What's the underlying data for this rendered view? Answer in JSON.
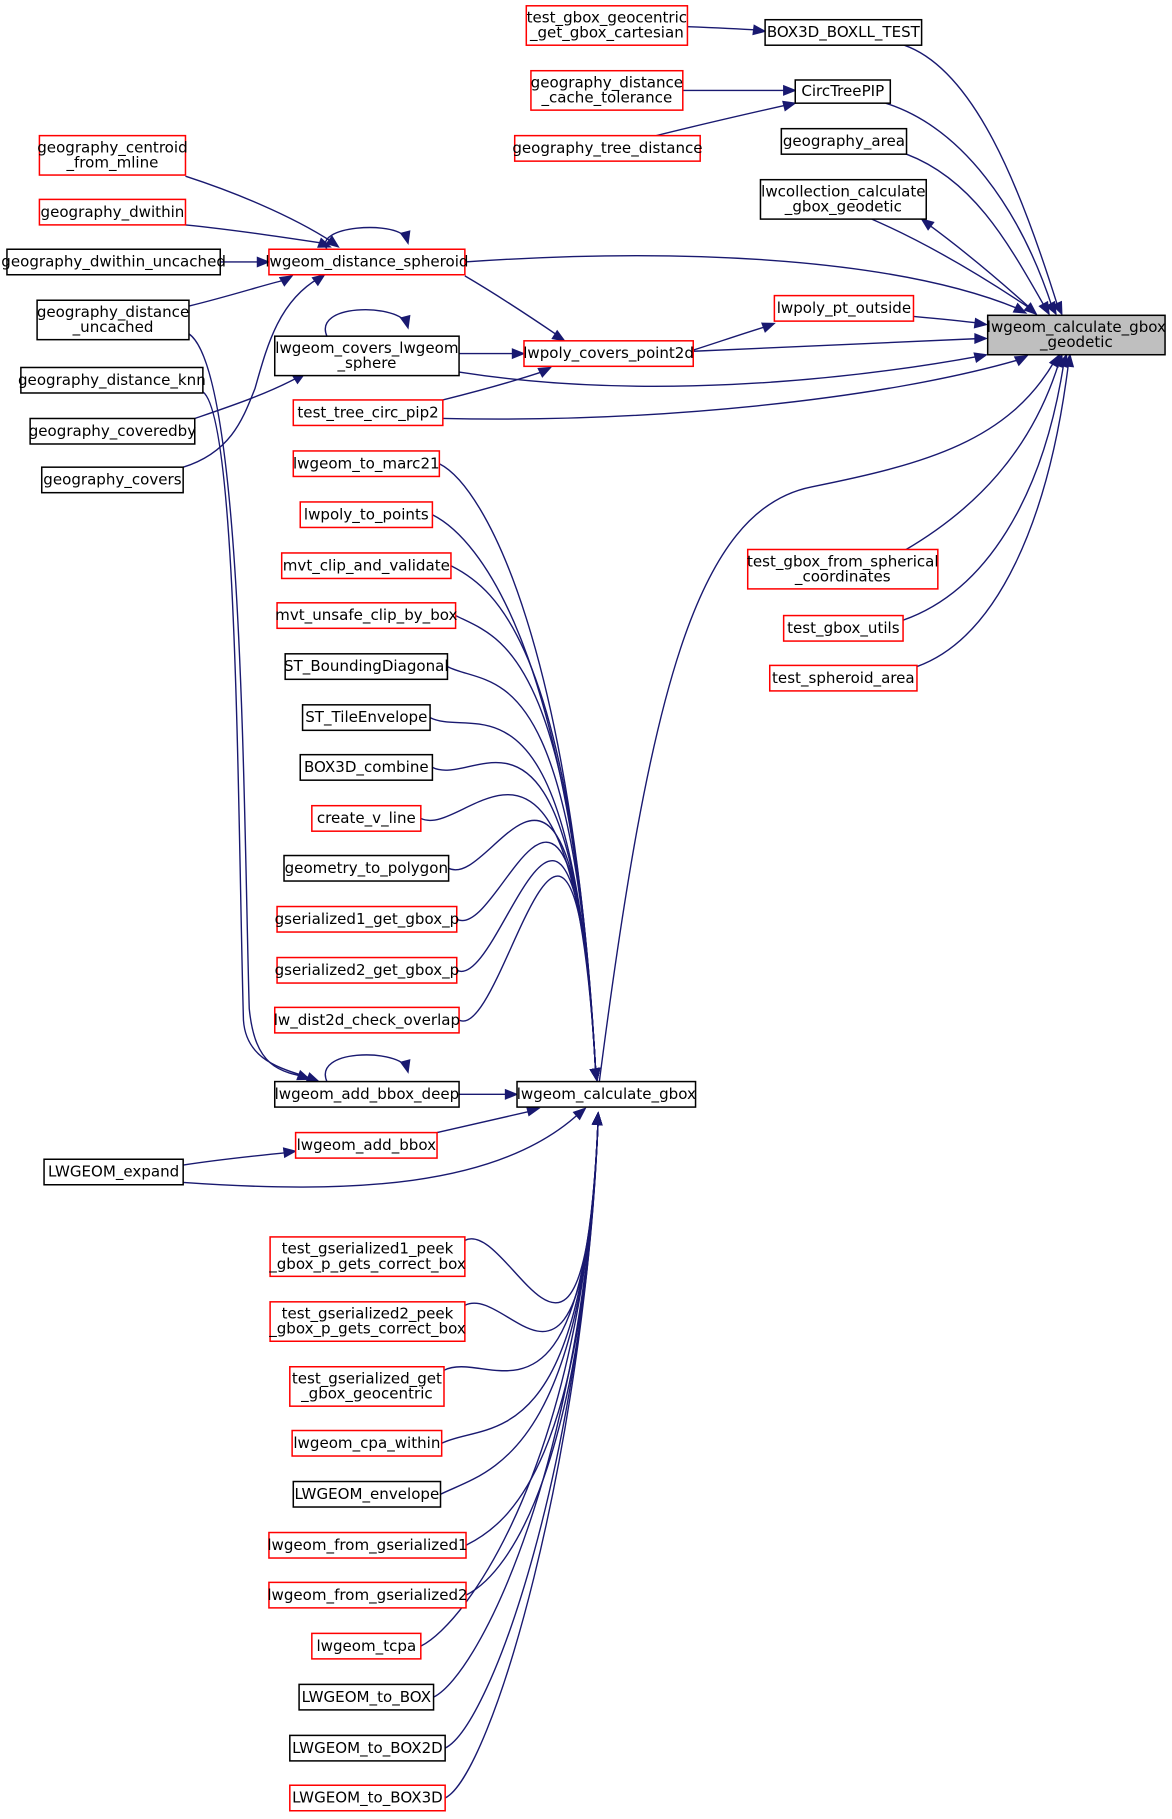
{
  "colors": {
    "edge": "#191970",
    "border_black": "#000000",
    "border_red": "#ff0000",
    "root_fill": "#bfbfbf"
  },
  "nodes": [
    {
      "id": "root",
      "lines": [
        "lwgeom_calculate_gbox",
        "_geodetic"
      ],
      "border": "root"
    },
    {
      "id": "n1",
      "lines": [
        "test_gbox_geocentric",
        "_get_gbox_cartesian"
      ],
      "border": "red"
    },
    {
      "id": "n2",
      "lines": [
        "BOX3D_BOXLL_TEST"
      ],
      "border": "black"
    },
    {
      "id": "n3",
      "lines": [
        "geography_distance",
        "_cache_tolerance"
      ],
      "border": "red"
    },
    {
      "id": "n4",
      "lines": [
        "CircTreePIP"
      ],
      "border": "black"
    },
    {
      "id": "n5",
      "lines": [
        "geography_tree_distance"
      ],
      "border": "red"
    },
    {
      "id": "n6",
      "lines": [
        "geography_area"
      ],
      "border": "black"
    },
    {
      "id": "n7",
      "lines": [
        "lwcollection_calculate",
        "_gbox_geodetic"
      ],
      "border": "black"
    },
    {
      "id": "n8",
      "lines": [
        "geography_centroid",
        "_from_mline"
      ],
      "border": "red"
    },
    {
      "id": "n9",
      "lines": [
        "geography_dwithin"
      ],
      "border": "red"
    },
    {
      "id": "n10",
      "lines": [
        "geography_dwithin_uncached"
      ],
      "border": "black"
    },
    {
      "id": "n11",
      "lines": [
        "lwgeom_distance_spheroid"
      ],
      "border": "red"
    },
    {
      "id": "n12",
      "lines": [
        "geography_distance",
        "_uncached"
      ],
      "border": "black"
    },
    {
      "id": "n13",
      "lines": [
        "lwpoly_pt_outside"
      ],
      "border": "red"
    },
    {
      "id": "n14",
      "lines": [
        "lwgeom_covers_lwgeom",
        "_sphere"
      ],
      "border": "black"
    },
    {
      "id": "n15",
      "lines": [
        "lwpoly_covers_point2d"
      ],
      "border": "red"
    },
    {
      "id": "n16",
      "lines": [
        "geography_distance_knn"
      ],
      "border": "black"
    },
    {
      "id": "n17",
      "lines": [
        "test_tree_circ_pip2"
      ],
      "border": "red"
    },
    {
      "id": "n18",
      "lines": [
        "geography_coveredby"
      ],
      "border": "black"
    },
    {
      "id": "n19",
      "lines": [
        "geography_covers"
      ],
      "border": "black"
    },
    {
      "id": "n20",
      "lines": [
        "lwgeom_to_marc21"
      ],
      "border": "red"
    },
    {
      "id": "n21",
      "lines": [
        "lwpoly_to_points"
      ],
      "border": "red"
    },
    {
      "id": "n22",
      "lines": [
        "mvt_clip_and_validate"
      ],
      "border": "red"
    },
    {
      "id": "n23",
      "lines": [
        "mvt_unsafe_clip_by_box"
      ],
      "border": "red"
    },
    {
      "id": "n24",
      "lines": [
        "ST_BoundingDiagonal"
      ],
      "border": "black"
    },
    {
      "id": "n25",
      "lines": [
        "ST_TileEnvelope"
      ],
      "border": "black"
    },
    {
      "id": "n26",
      "lines": [
        "BOX3D_combine"
      ],
      "border": "black"
    },
    {
      "id": "n27",
      "lines": [
        "create_v_line"
      ],
      "border": "red"
    },
    {
      "id": "n28",
      "lines": [
        "geometry_to_polygon"
      ],
      "border": "black"
    },
    {
      "id": "n29",
      "lines": [
        "gserialized1_get_gbox_p"
      ],
      "border": "red"
    },
    {
      "id": "n30",
      "lines": [
        "gserialized2_get_gbox_p"
      ],
      "border": "red"
    },
    {
      "id": "n31",
      "lines": [
        "lw_dist2d_check_overlap"
      ],
      "border": "red"
    },
    {
      "id": "n32",
      "lines": [
        "lwgeom_add_bbox_deep"
      ],
      "border": "black"
    },
    {
      "id": "n33",
      "lines": [
        "lwgeom_calculate_gbox"
      ],
      "border": "black"
    },
    {
      "id": "n34",
      "lines": [
        "lwgeom_add_bbox"
      ],
      "border": "red"
    },
    {
      "id": "n35",
      "lines": [
        "LWGEOM_expand"
      ],
      "border": "black"
    },
    {
      "id": "n36",
      "lines": [
        "test_gserialized1_peek",
        "_gbox_p_gets_correct_box"
      ],
      "border": "red"
    },
    {
      "id": "n37",
      "lines": [
        "test_gserialized2_peek",
        "_gbox_p_gets_correct_box"
      ],
      "border": "red"
    },
    {
      "id": "n38",
      "lines": [
        "test_gserialized_get",
        "_gbox_geocentric"
      ],
      "border": "red"
    },
    {
      "id": "n39",
      "lines": [
        "lwgeom_cpa_within"
      ],
      "border": "red"
    },
    {
      "id": "n40",
      "lines": [
        "LWGEOM_envelope"
      ],
      "border": "black"
    },
    {
      "id": "n41",
      "lines": [
        "lwgeom_from_gserialized1"
      ],
      "border": "red"
    },
    {
      "id": "n42",
      "lines": [
        "lwgeom_from_gserialized2"
      ],
      "border": "red"
    },
    {
      "id": "n43",
      "lines": [
        "lwgeom_tcpa"
      ],
      "border": "red"
    },
    {
      "id": "n44",
      "lines": [
        "LWGEOM_to_BOX"
      ],
      "border": "black"
    },
    {
      "id": "n45",
      "lines": [
        "LWGEOM_to_BOX2D"
      ],
      "border": "black"
    },
    {
      "id": "n46",
      "lines": [
        "LWGEOM_to_BOX3D"
      ],
      "border": "red"
    },
    {
      "id": "n47",
      "lines": [
        "test_gbox_from_spherical",
        "_coordinates"
      ],
      "border": "red"
    },
    {
      "id": "n48",
      "lines": [
        "test_gbox_utils"
      ],
      "border": "red"
    },
    {
      "id": "n49",
      "lines": [
        "test_spheroid_area"
      ],
      "border": "red"
    }
  ]
}
